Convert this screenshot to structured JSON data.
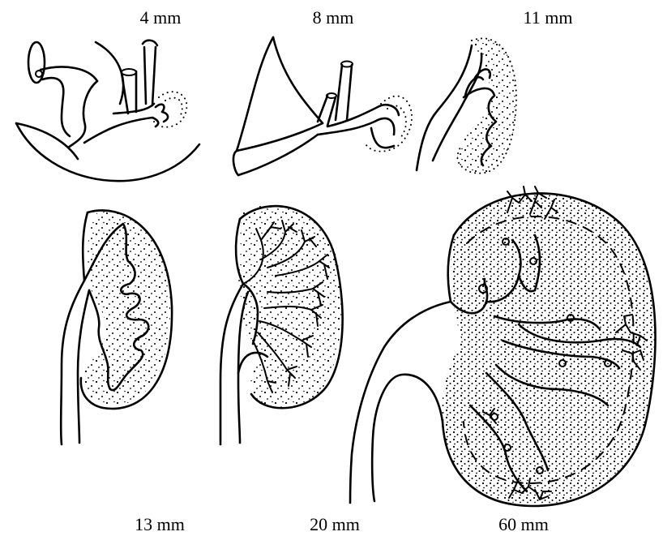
{
  "figure": {
    "panels": [
      {
        "id": "p1",
        "label": "4 mm"
      },
      {
        "id": "p2",
        "label": "8 mm"
      },
      {
        "id": "p3",
        "label": "11 mm"
      },
      {
        "id": "p4",
        "label": "13 mm"
      },
      {
        "id": "p5",
        "label": "20 mm"
      },
      {
        "id": "p6",
        "label": "60 mm"
      }
    ]
  }
}
